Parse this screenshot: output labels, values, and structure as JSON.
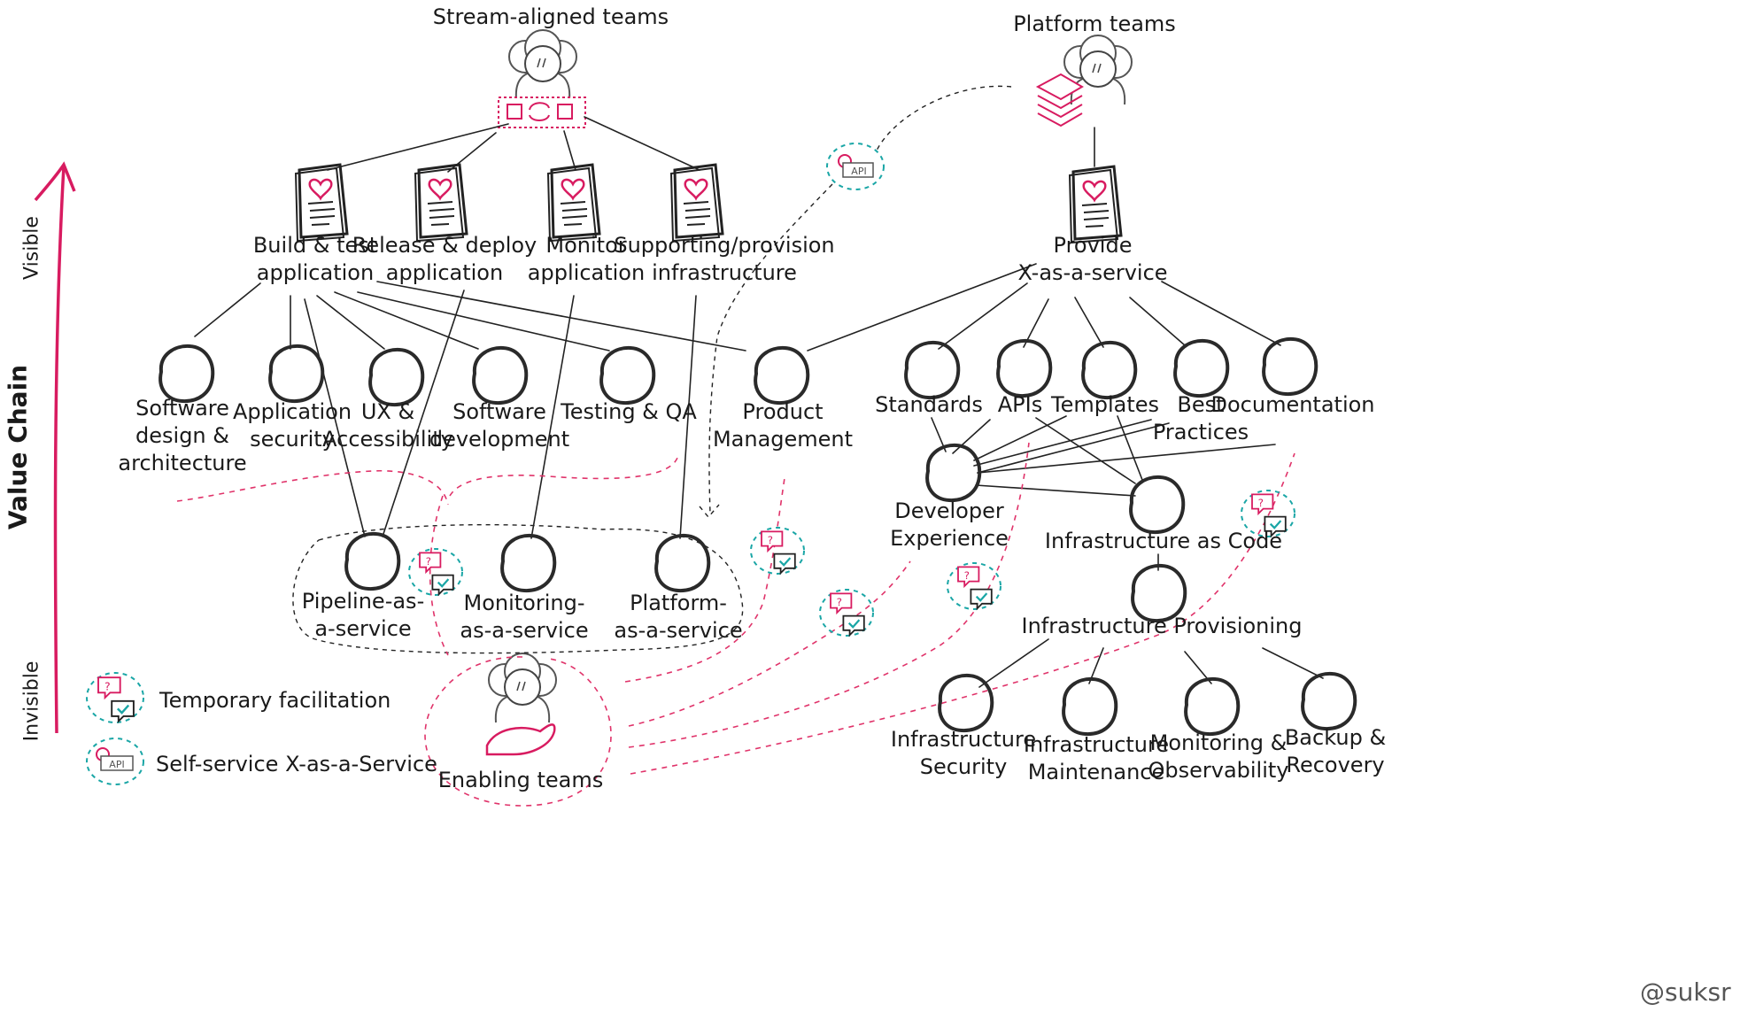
{
  "axis": {
    "title": "Value Chain",
    "top_label": "Visible",
    "bottom_label": "Invisible"
  },
  "groups": {
    "stream_aligned": "Stream-aligned teams",
    "platform": "Platform teams",
    "enabling": "Enabling teams"
  },
  "activities": {
    "build_test": "Build & test\napplication",
    "release_deploy": "Release & deploy\napplication",
    "monitor": "Monitor\napplication",
    "supporting": "Supporting/provision\ninfrastructure",
    "provide_xaas": "Provide\nX-as-a-service"
  },
  "capabilities": {
    "software_design": "Software\ndesign &\narchitecture",
    "app_security": "Application\nsecurity",
    "ux": "UX &\nAccessibility",
    "software_dev": "Software\ndevelopment",
    "testing": "Testing & QA",
    "product_mgmt": "Product\nManagement",
    "standards": "Standards",
    "apis": "APIs",
    "templates": "Templates",
    "best_practices": "Best\nPractices",
    "documentation": "Documentation",
    "developer_experience": "Developer\nExperience",
    "iac": "Infrastructure as Code",
    "infra_provisioning": "Infrastructure Provisioning",
    "infra_security": "Infrastructure\nSecurity",
    "infra_maintenance": "Infrastructure\nMaintenance",
    "monitoring_observability": "Monitoring &\nObservability",
    "backup_recovery": "Backup &\nRecovery",
    "pipeline_aas": "Pipeline-as-\na-service",
    "monitoring_aas": "Monitoring-\nas-a-service",
    "platform_aas": "Platform-\nas-a-service"
  },
  "legend": {
    "temporary_facilitation": "Temporary facilitation",
    "self_service": "Self-service X-as-a-Service",
    "api_tag": "API"
  },
  "credit": "@suksr",
  "colors": {
    "accent": "#d81b60",
    "teal": "#1aa6a6",
    "ink": "#2a2a2a"
  }
}
